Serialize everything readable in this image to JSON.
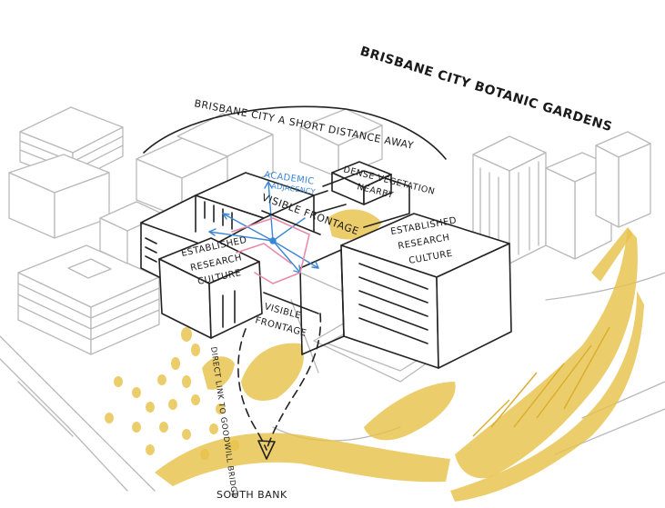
{
  "labels": {
    "botanic_gardens": "BRISBANE CITY BOTANIC GARDENS",
    "city_distance": "BRISBANE CITY A SHORT DISTANCE AWAY",
    "academic_adjacency_1": "ACADEMIC",
    "academic_adjacency_2": "ADJACENCY",
    "dense_vegetation_1": "DENSE VEGETATION",
    "dense_vegetation_2": "NEARBY",
    "visible_frontage_top": "VISIBLE FRONTAGE",
    "established_right_1": "ESTABLISHED",
    "established_right_2": "RESEARCH",
    "established_right_3": "CULTURE",
    "established_left_1": "ESTABLISHED",
    "established_left_2": "RESEARCH",
    "established_left_3": "CULTURE",
    "visible_frontage_bottom_1": "VISIBLE",
    "visible_frontage_bottom_2": "FRONTAGE",
    "direct_link": "DIRECT LINK TO GOODWILL BRIDGE",
    "south_bank": "SOUTH BANK"
  },
  "colors": {
    "vegetation": "#e8c24a",
    "ink": "#222222",
    "context": "#b9b9b9",
    "adjacency_arrows": "#3a86d6",
    "site_outline": "#e98aa8"
  }
}
